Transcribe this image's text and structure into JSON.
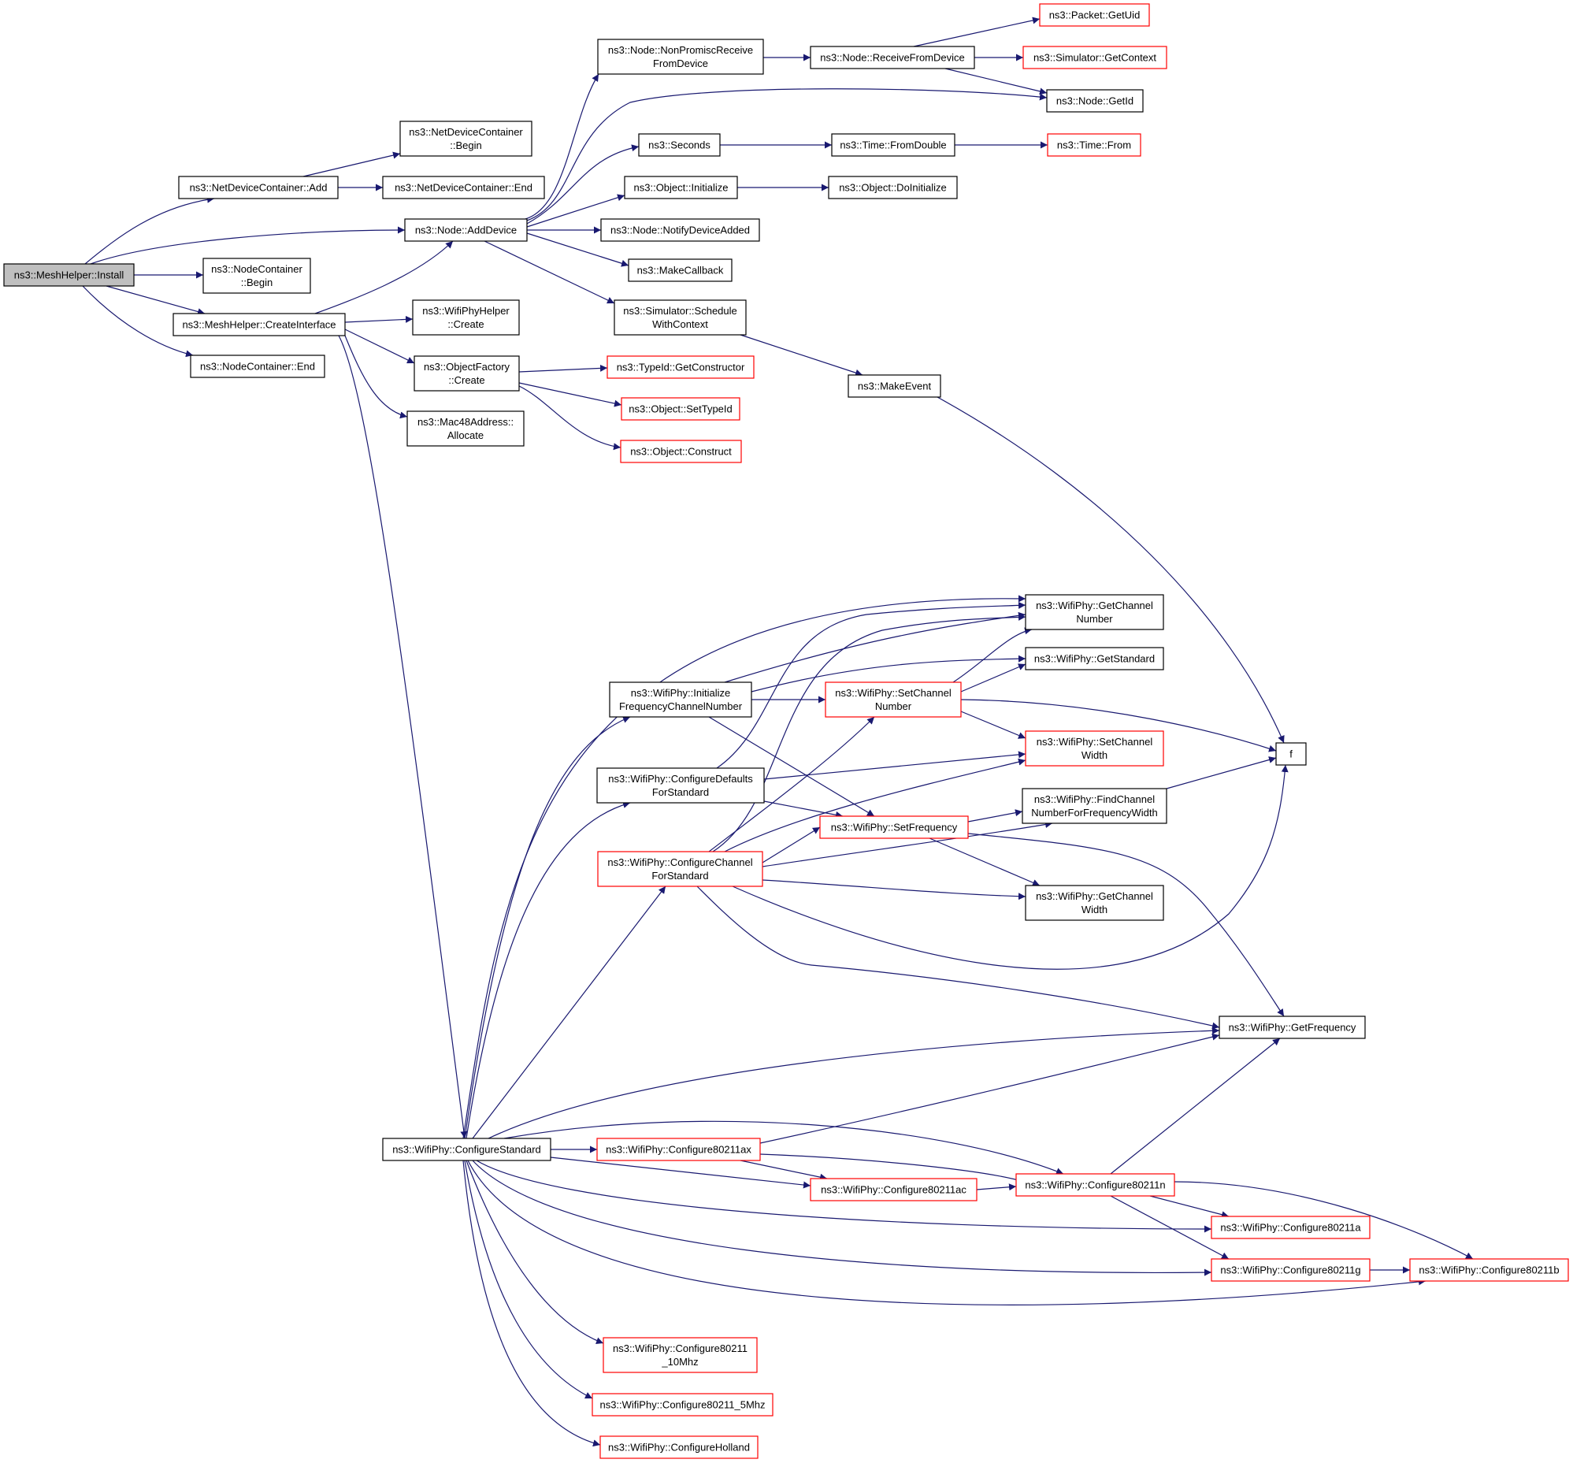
{
  "colors": {
    "edge": "#191970",
    "node_border_default": "#000000",
    "node_border_link_missing": "#ff0000",
    "root_fill": "#bfbfbf",
    "node_fill": "#ffffff"
  },
  "nodes": {
    "install": {
      "lines": [
        "ns3::MeshHelper::Install"
      ],
      "border": "black",
      "root": true
    },
    "ndc_add": {
      "lines": [
        "ns3::NetDeviceContainer::Add"
      ],
      "border": "black"
    },
    "node_adddevice": {
      "lines": [
        "ns3::Node::AddDevice"
      ],
      "border": "black"
    },
    "nc_begin": {
      "lines": [
        "ns3::NodeContainer",
        "::Begin"
      ],
      "border": "black"
    },
    "createinterface": {
      "lines": [
        "ns3::MeshHelper::CreateInterface"
      ],
      "border": "black"
    },
    "nc_end": {
      "lines": [
        "ns3::NodeContainer::End"
      ],
      "border": "black"
    },
    "configurestandard": {
      "lines": [
        "ns3::WifiPhy::ConfigureStandard"
      ],
      "border": "black"
    },
    "ndc_begin": {
      "lines": [
        "ns3::NetDeviceContainer",
        "::Begin"
      ],
      "border": "black"
    },
    "ndc_end": {
      "lines": [
        "ns3::NetDeviceContainer::End"
      ],
      "border": "black"
    },
    "nonpromisc": {
      "lines": [
        "ns3::Node::NonPromiscReceive",
        "FromDevice"
      ],
      "border": "black"
    },
    "seconds": {
      "lines": [
        "ns3::Seconds"
      ],
      "border": "black"
    },
    "obj_initialize": {
      "lines": [
        "ns3::Object::Initialize"
      ],
      "border": "black"
    },
    "notifydeviceadded": {
      "lines": [
        "ns3::Node::NotifyDeviceAdded"
      ],
      "border": "black"
    },
    "makecallback": {
      "lines": [
        "ns3::MakeCallback"
      ],
      "border": "black"
    },
    "schedulewithcontext": {
      "lines": [
        "ns3::Simulator::Schedule",
        "WithContext"
      ],
      "border": "black"
    },
    "wifiphyhelper_create": {
      "lines": [
        "ns3::WifiPhyHelper",
        "::Create"
      ],
      "border": "black"
    },
    "objectfactory_create": {
      "lines": [
        "ns3::ObjectFactory",
        "::Create"
      ],
      "border": "black"
    },
    "mac48_allocate": {
      "lines": [
        "ns3::Mac48Address::",
        "Allocate"
      ],
      "border": "black"
    },
    "receivefromdevice": {
      "lines": [
        "ns3::Node::ReceiveFromDevice"
      ],
      "border": "black"
    },
    "packet_getuid": {
      "lines": [
        "ns3::Packet::GetUid"
      ],
      "border": "red"
    },
    "sim_getcontext": {
      "lines": [
        "ns3::Simulator::GetContext"
      ],
      "border": "red"
    },
    "node_getid": {
      "lines": [
        "ns3::Node::GetId"
      ],
      "border": "black"
    },
    "time_fromdouble": {
      "lines": [
        "ns3::Time::FromDouble"
      ],
      "border": "black"
    },
    "time_from": {
      "lines": [
        "ns3::Time::From"
      ],
      "border": "red"
    },
    "obj_doinitialize": {
      "lines": [
        "ns3::Object::DoInitialize"
      ],
      "border": "black"
    },
    "makeevent": {
      "lines": [
        "ns3::MakeEvent"
      ],
      "border": "black"
    },
    "typeid_getconstructor": {
      "lines": [
        "ns3::TypeId::GetConstructor"
      ],
      "border": "red"
    },
    "obj_settypeid": {
      "lines": [
        "ns3::Object::SetTypeId"
      ],
      "border": "red"
    },
    "obj_construct": {
      "lines": [
        "ns3::Object::Construct"
      ],
      "border": "red"
    },
    "f": {
      "lines": [
        "f"
      ],
      "border": "black"
    },
    "init_freqchan": {
      "lines": [
        "ns3::WifiPhy::Initialize",
        "FrequencyChannelNumber"
      ],
      "border": "black"
    },
    "configdefaults": {
      "lines": [
        "ns3::WifiPhy::ConfigureDefaults",
        "ForStandard"
      ],
      "border": "black"
    },
    "configchannel": {
      "lines": [
        "ns3::WifiPhy::ConfigureChannel",
        "ForStandard"
      ],
      "border": "red"
    },
    "getchannelnumber": {
      "lines": [
        "ns3::WifiPhy::GetChannel",
        "Number"
      ],
      "border": "black"
    },
    "getstandard": {
      "lines": [
        "ns3::WifiPhy::GetStandard"
      ],
      "border": "black"
    },
    "setchannelnumber": {
      "lines": [
        "ns3::WifiPhy::SetChannel",
        "Number"
      ],
      "border": "red"
    },
    "setchannelwidth": {
      "lines": [
        "ns3::WifiPhy::SetChannel",
        "Width"
      ],
      "border": "red"
    },
    "findchannel": {
      "lines": [
        "ns3::WifiPhy::FindChannel",
        "NumberForFrequencyWidth"
      ],
      "border": "black"
    },
    "setfrequency": {
      "lines": [
        "ns3::WifiPhy::SetFrequency"
      ],
      "border": "red"
    },
    "getchannelwidth": {
      "lines": [
        "ns3::WifiPhy::GetChannel",
        "Width"
      ],
      "border": "black"
    },
    "getfrequency": {
      "lines": [
        "ns3::WifiPhy::GetFrequency"
      ],
      "border": "black"
    },
    "c80211ax": {
      "lines": [
        "ns3::WifiPhy::Configure80211ax"
      ],
      "border": "red"
    },
    "c80211ac": {
      "lines": [
        "ns3::WifiPhy::Configure80211ac"
      ],
      "border": "red"
    },
    "c80211n": {
      "lines": [
        "ns3::WifiPhy::Configure80211n"
      ],
      "border": "red"
    },
    "c80211a": {
      "lines": [
        "ns3::WifiPhy::Configure80211a"
      ],
      "border": "red"
    },
    "c80211g": {
      "lines": [
        "ns3::WifiPhy::Configure80211g"
      ],
      "border": "red"
    },
    "c80211b": {
      "lines": [
        "ns3::WifiPhy::Configure80211b"
      ],
      "border": "red"
    },
    "c80211_10": {
      "lines": [
        "ns3::WifiPhy::Configure80211",
        "_10Mhz"
      ],
      "border": "red"
    },
    "c80211_5": {
      "lines": [
        "ns3::WifiPhy::Configure80211_5Mhz"
      ],
      "border": "red"
    },
    "holland": {
      "lines": [
        "ns3::WifiPhy::ConfigureHolland"
      ],
      "border": "red"
    }
  },
  "edges": [
    [
      "install",
      "ndc_add"
    ],
    [
      "install",
      "node_adddevice"
    ],
    [
      "install",
      "nc_begin"
    ],
    [
      "install",
      "createinterface"
    ],
    [
      "install",
      "nc_end"
    ],
    [
      "ndc_add",
      "ndc_begin"
    ],
    [
      "ndc_add",
      "ndc_end"
    ],
    [
      "node_adddevice",
      "nonpromisc"
    ],
    [
      "node_adddevice",
      "node_getid"
    ],
    [
      "node_adddevice",
      "seconds"
    ],
    [
      "node_adddevice",
      "obj_initialize"
    ],
    [
      "node_adddevice",
      "notifydeviceadded"
    ],
    [
      "node_adddevice",
      "makecallback"
    ],
    [
      "node_adddevice",
      "schedulewithcontext"
    ],
    [
      "createinterface",
      "node_adddevice"
    ],
    [
      "createinterface",
      "wifiphyhelper_create"
    ],
    [
      "createinterface",
      "objectfactory_create"
    ],
    [
      "createinterface",
      "mac48_allocate"
    ],
    [
      "createinterface",
      "configurestandard"
    ],
    [
      "nonpromisc",
      "receivefromdevice"
    ],
    [
      "receivefromdevice",
      "packet_getuid"
    ],
    [
      "receivefromdevice",
      "sim_getcontext"
    ],
    [
      "receivefromdevice",
      "node_getid"
    ],
    [
      "seconds",
      "time_fromdouble"
    ],
    [
      "time_fromdouble",
      "time_from"
    ],
    [
      "obj_initialize",
      "obj_doinitialize"
    ],
    [
      "schedulewithcontext",
      "makeevent"
    ],
    [
      "makeevent",
      "f"
    ],
    [
      "objectfactory_create",
      "typeid_getconstructor"
    ],
    [
      "objectfactory_create",
      "obj_settypeid"
    ],
    [
      "objectfactory_create",
      "obj_construct"
    ],
    [
      "configurestandard",
      "getchannelnumber"
    ],
    [
      "configurestandard",
      "init_freqchan"
    ],
    [
      "configurestandard",
      "configdefaults"
    ],
    [
      "configurestandard",
      "configchannel"
    ],
    [
      "configurestandard",
      "getfrequency"
    ],
    [
      "configurestandard",
      "c80211ax"
    ],
    [
      "configurestandard",
      "c80211n"
    ],
    [
      "configurestandard",
      "c80211ac"
    ],
    [
      "configurestandard",
      "c80211a"
    ],
    [
      "configurestandard",
      "c80211g"
    ],
    [
      "configurestandard",
      "c80211b"
    ],
    [
      "configurestandard",
      "c80211_10"
    ],
    [
      "configurestandard",
      "c80211_5"
    ],
    [
      "configurestandard",
      "holland"
    ],
    [
      "init_freqchan",
      "getchannelnumber"
    ],
    [
      "init_freqchan",
      "getstandard"
    ],
    [
      "init_freqchan",
      "setchannelnumber"
    ],
    [
      "init_freqchan",
      "setfrequency"
    ],
    [
      "configdefaults",
      "getchannelnumber"
    ],
    [
      "configdefaults",
      "setchannelwidth"
    ],
    [
      "configdefaults",
      "setfrequency"
    ],
    [
      "configchannel",
      "getchannelnumber"
    ],
    [
      "configchannel",
      "setchannelnumber"
    ],
    [
      "configchannel",
      "setchannelwidth"
    ],
    [
      "configchannel",
      "setfrequency"
    ],
    [
      "configchannel",
      "findchannel"
    ],
    [
      "configchannel",
      "getchannelwidth"
    ],
    [
      "configchannel",
      "f"
    ],
    [
      "configchannel",
      "getfrequency"
    ],
    [
      "setchannelnumber",
      "getchannelnumber"
    ],
    [
      "setchannelnumber",
      "getstandard"
    ],
    [
      "setchannelnumber",
      "setchannelwidth"
    ],
    [
      "setchannelnumber",
      "f"
    ],
    [
      "setfrequency",
      "findchannel"
    ],
    [
      "setfrequency",
      "getchannelwidth"
    ],
    [
      "setfrequency",
      "getfrequency"
    ],
    [
      "findchannel",
      "f"
    ],
    [
      "c80211ax",
      "getfrequency"
    ],
    [
      "c80211ax",
      "c80211n"
    ],
    [
      "c80211ax",
      "c80211ac"
    ],
    [
      "c80211ac",
      "c80211n"
    ],
    [
      "c80211n",
      "getfrequency"
    ],
    [
      "c80211n",
      "c80211a"
    ],
    [
      "c80211n",
      "c80211g"
    ],
    [
      "c80211n",
      "c80211b"
    ],
    [
      "c80211g",
      "c80211b"
    ]
  ]
}
